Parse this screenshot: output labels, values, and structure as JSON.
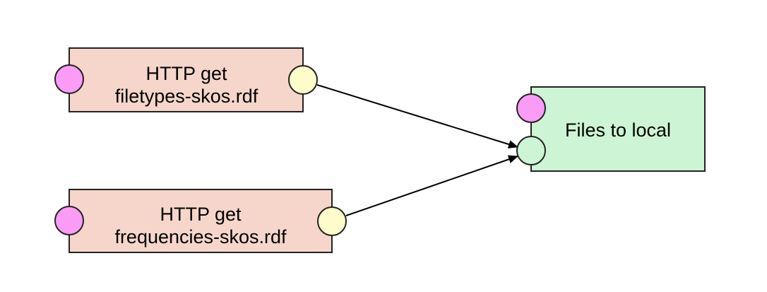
{
  "colors": {
    "source_node_fill": "#f6d6cb",
    "target_node_fill": "#cdf5d5",
    "node_stroke": "#222222",
    "config_port_fill": "#fa9cf6",
    "output_port_fill": "#fdfcca",
    "input_port_fill": "#cdf5d5",
    "edge": "#000000"
  },
  "nodes": {
    "http_get_filetypes": {
      "line1": "HTTP get",
      "line2": "filetypes-skos.rdf"
    },
    "http_get_frequencies": {
      "line1": "HTTP get",
      "line2": "frequencies-skos.rdf"
    },
    "files_to_local": {
      "label": "Files to local"
    }
  },
  "edges": [
    {
      "from": "http_get_filetypes",
      "to": "files_to_local"
    },
    {
      "from": "http_get_frequencies",
      "to": "files_to_local"
    }
  ]
}
